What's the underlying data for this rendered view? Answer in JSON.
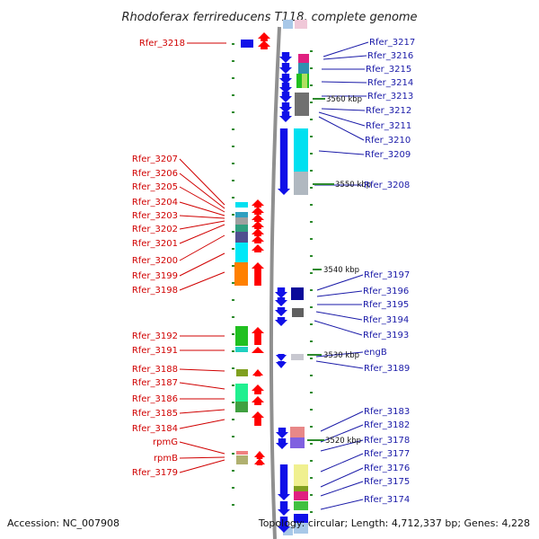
{
  "title": "Rhodoferax ferrireducens T118, complete genome",
  "footer": {
    "accession": "Accession: NC_007908",
    "topology": "Topology: circular; Length: 4,712,337 bp; Genes: 4,228"
  },
  "colors": {
    "forward_arrow": "#ff0000",
    "reverse_arrow": "#1010e8",
    "left_label": "#d00000",
    "right_label": "#1a1aa8",
    "backbone": "#888888",
    "tick": "#2d8a2d"
  },
  "kbp_marks": [
    "3560 kbp",
    "3550 kbp",
    "3540 kbp",
    "3530 kbp",
    "3520 kbp"
  ],
  "left_labels": [
    "Rfer_3218",
    "Rfer_3207",
    "Rfer_3206",
    "Rfer_3205",
    "Rfer_3204",
    "Rfer_3203",
    "Rfer_3202",
    "Rfer_3201",
    "Rfer_3200",
    "Rfer_3199",
    "Rfer_3198",
    "Rfer_3192",
    "Rfer_3191",
    "Rfer_3188",
    "Rfer_3187",
    "Rfer_3186",
    "Rfer_3185",
    "Rfer_3184",
    "rpmG",
    "rpmB",
    "Rfer_3179"
  ],
  "right_labels": [
    "Rfer_3217",
    "Rfer_3216",
    "Rfer_3215",
    "Rfer_3214",
    "Rfer_3213",
    "Rfer_3212",
    "Rfer_3211",
    "Rfer_3210",
    "Rfer_3209",
    "Rfer_3208",
    "Rfer_3197",
    "Rfer_3196",
    "Rfer_3195",
    "Rfer_3194",
    "Rfer_3193",
    "engB",
    "Rfer_3189",
    "Rfer_3183",
    "Rfer_3182",
    "Rfer_3178",
    "Rfer_3177",
    "Rfer_3176",
    "Rfer_3175",
    "Rfer_3174"
  ]
}
